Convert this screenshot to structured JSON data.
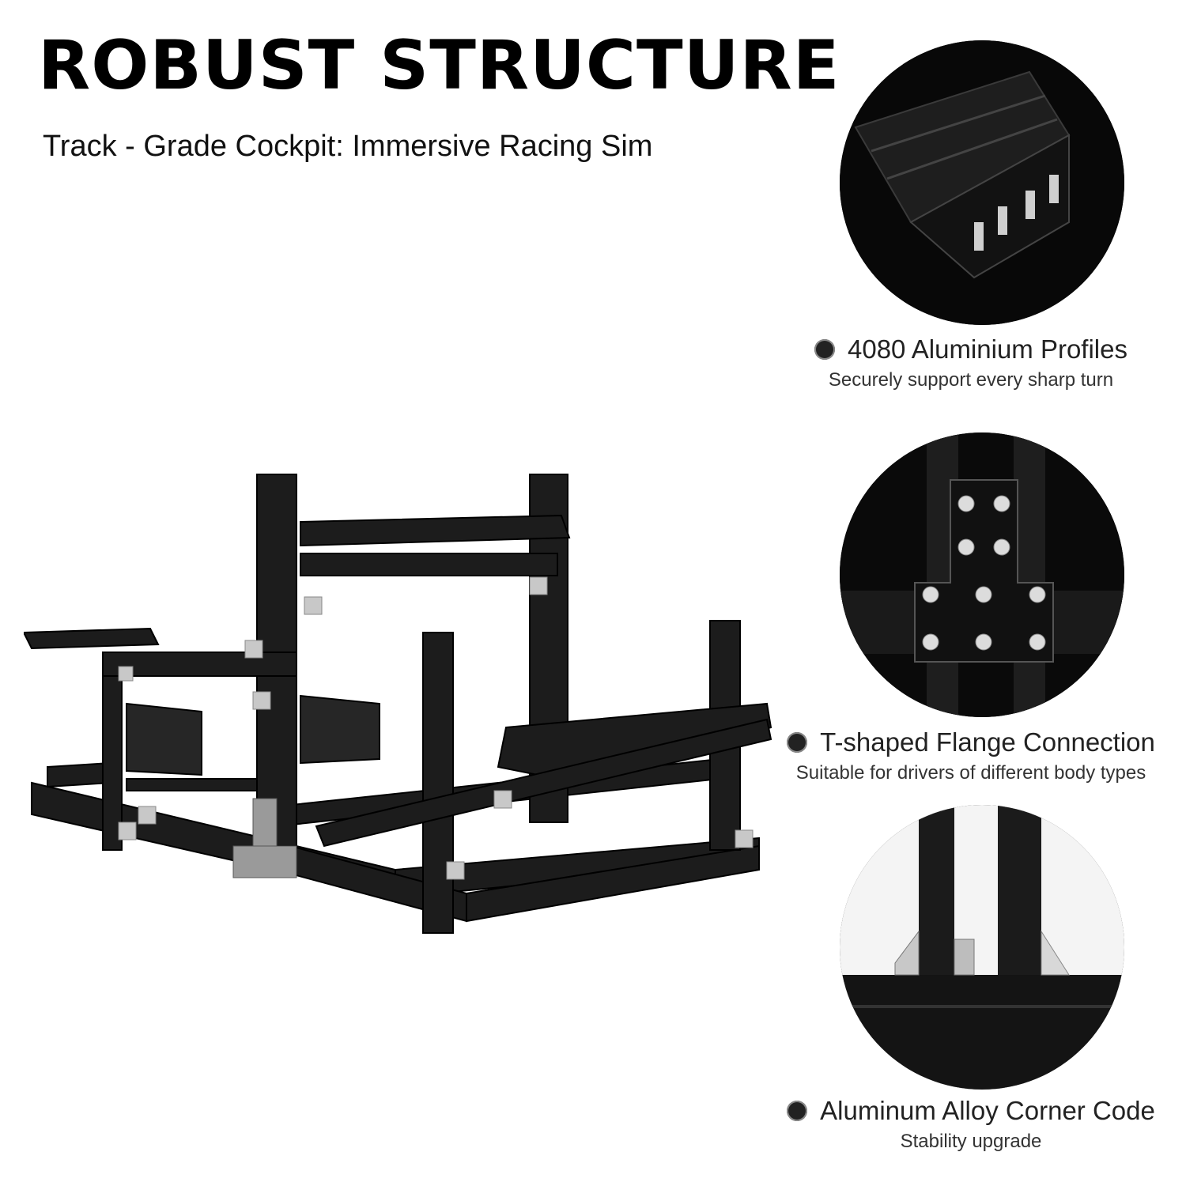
{
  "headline": "ROBUST STRUCTURE",
  "subheadline": "Track - Grade Cockpit: Immersive Racing Sim",
  "features": [
    {
      "icon": "bullet-dot-icon",
      "title": "4080 Aluminium Profiles",
      "description": "Securely support every sharp turn"
    },
    {
      "icon": "bullet-dot-icon",
      "title": "T-shaped Flange Connection",
      "description": "Suitable for drivers of different body types"
    },
    {
      "icon": "bullet-dot-icon",
      "title": "Aluminum Alloy Corner Code",
      "description": "Stability upgrade"
    }
  ],
  "colors": {
    "background": "#ffffff",
    "frame": "#1a1a1a",
    "bracket": "#c8c8c8"
  }
}
